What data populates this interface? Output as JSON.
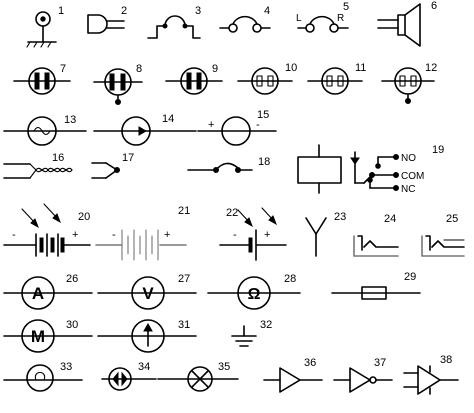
{
  "symbols": [
    {
      "n": "1"
    },
    {
      "n": "2"
    },
    {
      "n": "3"
    },
    {
      "n": "4"
    },
    {
      "n": "5",
      "left_label": "L",
      "right_label": "R"
    },
    {
      "n": "6"
    },
    {
      "n": "7"
    },
    {
      "n": "8"
    },
    {
      "n": "9"
    },
    {
      "n": "10"
    },
    {
      "n": "11"
    },
    {
      "n": "12"
    },
    {
      "n": "13"
    },
    {
      "n": "14"
    },
    {
      "n": "15",
      "plus": "+",
      "minus": "-"
    },
    {
      "n": "16"
    },
    {
      "n": "17"
    },
    {
      "n": "18"
    },
    {
      "n": "19",
      "no": "NO",
      "com": "COM",
      "nc": "NC"
    },
    {
      "n": "20",
      "minus": "-",
      "plus": "+"
    },
    {
      "n": "21",
      "minus": "-",
      "plus": "+"
    },
    {
      "n": "22",
      "minus": "-",
      "plus": "+"
    },
    {
      "n": "23"
    },
    {
      "n": "24"
    },
    {
      "n": "25"
    },
    {
      "n": "26",
      "letter": "A"
    },
    {
      "n": "27",
      "letter": "V"
    },
    {
      "n": "28",
      "letter": "Ω"
    },
    {
      "n": "29"
    },
    {
      "n": "30",
      "letter": "M"
    },
    {
      "n": "31"
    },
    {
      "n": "32"
    },
    {
      "n": "33"
    },
    {
      "n": "34"
    },
    {
      "n": "35"
    },
    {
      "n": "36"
    },
    {
      "n": "37"
    },
    {
      "n": "38"
    }
  ]
}
